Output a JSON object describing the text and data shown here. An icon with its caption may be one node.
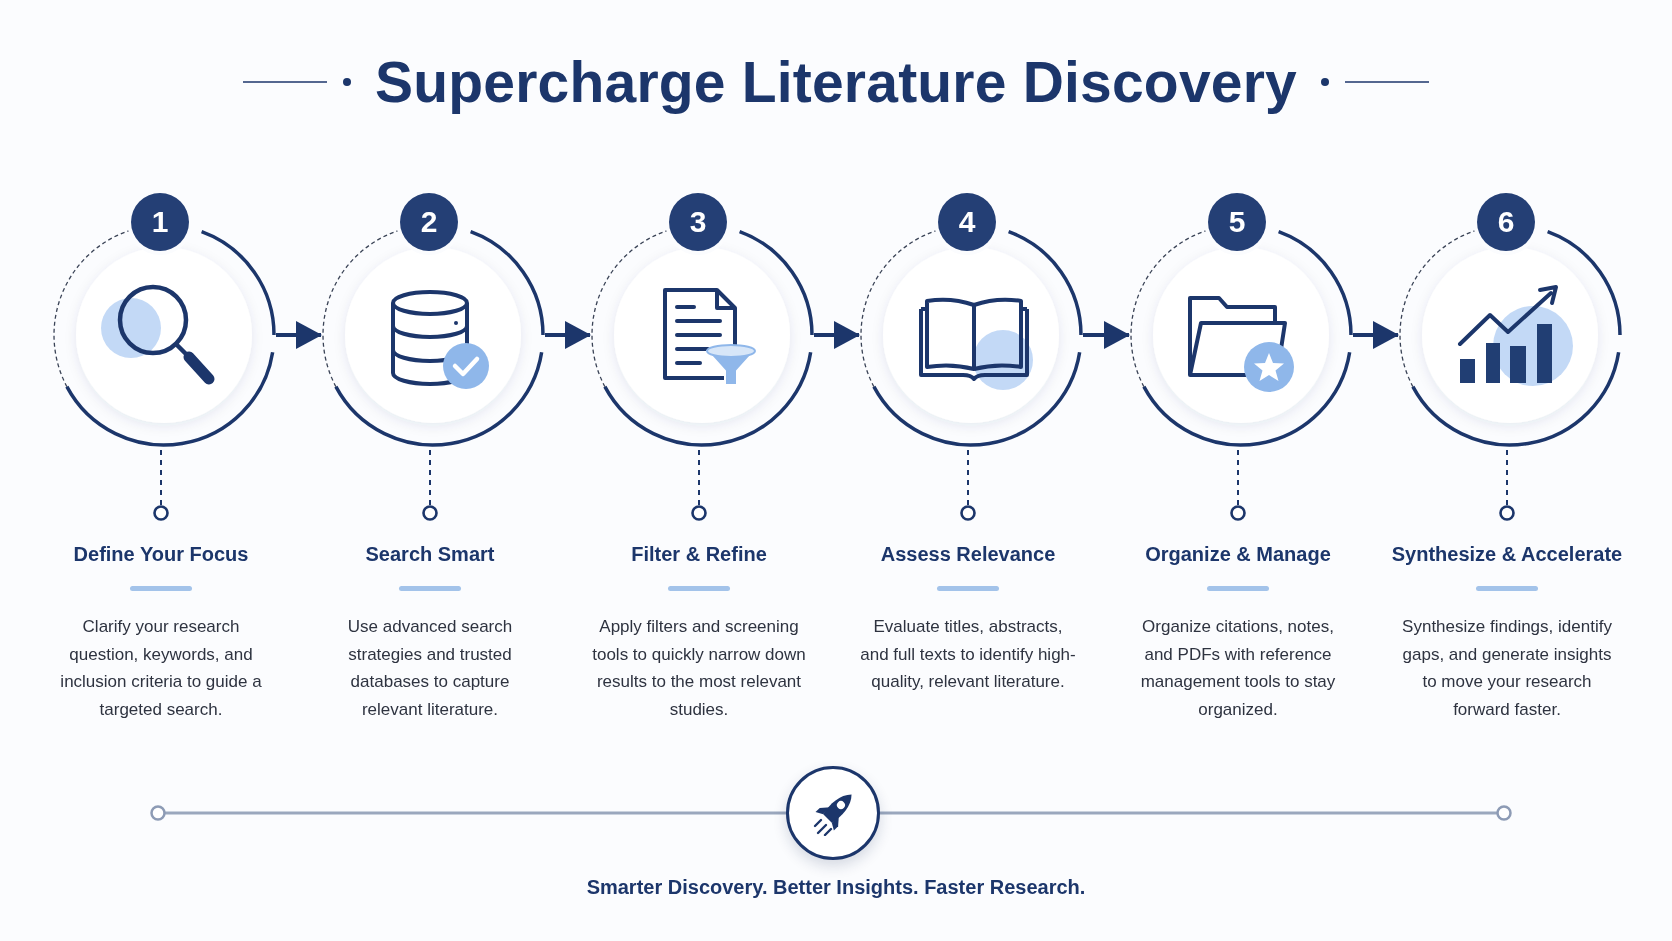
{
  "diagram": {
    "title": "Supercharge Literature Discovery",
    "nodes": [
      {
        "text": [
          "1"
        ]
      },
      {
        "text": [
          "2"
        ]
      },
      {
        "text": [
          "3"
        ]
      },
      {
        "text": [
          "4"
        ]
      },
      {
        "text": [
          "5"
        ]
      },
      {
        "text": [
          "6"
        ]
      },
      {
        "text": [
          "Define Your Focus",
          "Clarify your research question, keywords, and inclusion criteria to guide a targeted search."
        ]
      },
      {
        "text": [
          "Search Smart",
          "Use advanced search strategies and trusted databases to capture relevant literature."
        ]
      },
      {
        "text": [
          "Filter & Refine",
          "Apply filters and screening tools to quickly narrow down results to the most relevant studies."
        ]
      },
      {
        "text": [
          "Assess Relevance",
          "Evaluate titles, abstracts, and full texts to identify high-quality, relevant literature."
        ]
      },
      {
        "text": [
          "Organize & Manage",
          "Organize citations, notes, and PDFs with reference management tools to stay organized."
        ]
      },
      {
        "text": [
          "Synthesize & Accelerate",
          "Synthesize findings, identify gaps, and generate insights to move your research forward faster."
        ]
      }
    ],
    "edges": [
      {
        "from": 0,
        "to": 1,
        "arrow": "to"
      },
      {
        "from": 1,
        "to": 2,
        "arrow": "to"
      },
      {
        "from": 2,
        "to": 3,
        "arrow": "to"
      },
      {
        "from": 3,
        "to": 4,
        "arrow": "to"
      },
      {
        "from": 4,
        "to": 5,
        "arrow": "to"
      },
      {
        "from": 0,
        "to": 6,
        "arrow": "other",
        "style": "dashed"
      },
      {
        "from": 1,
        "to": 7,
        "arrow": "other",
        "style": "dashed"
      },
      {
        "from": 2,
        "to": 8,
        "arrow": "other",
        "style": "dashed"
      },
      {
        "from": 3,
        "to": 9,
        "arrow": "other",
        "style": "dashed"
      },
      {
        "from": 4,
        "to": 10,
        "arrow": "other",
        "style": "dashed"
      },
      {
        "from": 5,
        "to": 11,
        "arrow": "other",
        "style": "dashed"
      }
    ],
    "labels": [
      "Smarter Discovery. Better Insights. Faster Research."
    ]
  }
}
